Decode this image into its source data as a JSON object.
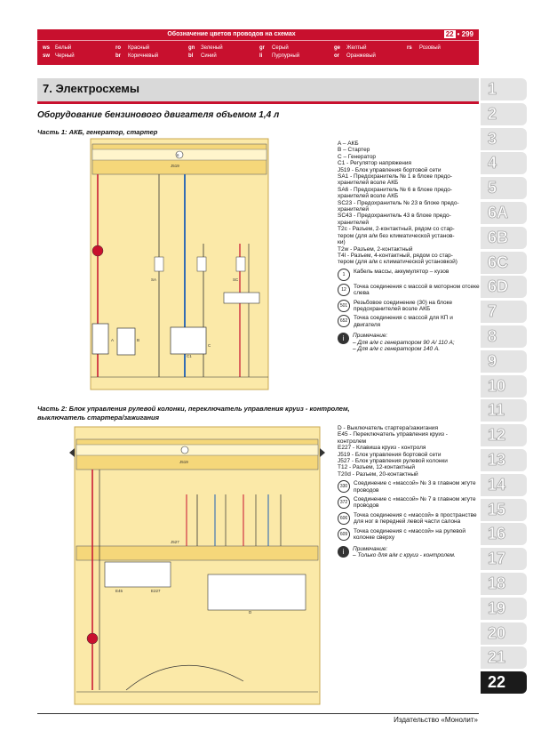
{
  "header": {
    "title": "Обозначение цветов проводов на схемах",
    "chapter": "22",
    "page": "299",
    "colors": [
      {
        "code": "ws",
        "name": "Белый"
      },
      {
        "code": "sw",
        "name": "Черный"
      },
      {
        "code": "ro",
        "name": "Красный"
      },
      {
        "code": "br",
        "name": "Коричневый"
      },
      {
        "code": "gn",
        "name": "Зеленый"
      },
      {
        "code": "bl",
        "name": "Синий"
      },
      {
        "code": "gr",
        "name": "Серый"
      },
      {
        "code": "li",
        "name": "Пурпурный"
      },
      {
        "code": "ge",
        "name": "Желтый"
      },
      {
        "code": "or",
        "name": "Оранжевый"
      },
      {
        "code": "rs",
        "name": "Розовый"
      }
    ]
  },
  "section_title": "7. Электросхемы",
  "subtitle": "Оборудование бензинового двигателя объемом 1,4 л",
  "part1": {
    "title": "Часть 1: АКБ, генератор, стартер",
    "legend": [
      "A – АКБ",
      "B – Стартер",
      "C – Генератор",
      "C1 - Регулятор напряжения",
      "J519 - Блок управления бортовой сети",
      "SA1 - Предохранитель № 1 в блоке предо-",
      "хранителей возле АКБ",
      "SA6 - Предохранитель № 6 в блоке предо-",
      "хранителей возле АКБ",
      "SC23 - Предохранитель № 23 в блоке предо-",
      "хранителей",
      "SC43 - Предохранитель 43 в блоке предо-",
      "хранителей",
      "T2c - Разъем, 2-контактный, рядом со стар-",
      "тером (для а/м без климатической установ-",
      "ки)",
      "T2w - Разъем, 2-контактный",
      "T4l - Разъем, 4-контактный, рядом со стар-",
      "тером (для а/м с климатической установкой)"
    ],
    "points": [
      {
        "icon": "1",
        "text": "Кабель массы, аккумулятор – кузов"
      },
      {
        "icon": "12",
        "text": "Точка соединения с массой в моторном отсеке слева"
      },
      {
        "icon": "501",
        "text": "Резьбовое соединение (30) на блоке предохранителей возле АКБ"
      },
      {
        "icon": "652",
        "text": "Точка соединения с массой для КП и двигателя"
      }
    ],
    "note_title": "Примечание:",
    "note_lines": [
      "– Для а/м с генератором 90 А/ 110 А;",
      "– Для а/м с генератором 140 А."
    ]
  },
  "part2": {
    "title_line1": "Часть 2: Блок управления рулевой колонки, переключатель управления круиз - контролем,",
    "title_line2": "выключатель стартера/зажигания",
    "legend": [
      "D - Выключатель стартера/зажигания",
      "E45 - Переключатель управления круиз -",
      "контролем",
      "E227 - Клавиша круиз - контроля",
      "J519 - Блок управления бортовой сети",
      "J527 - Блок управления рулевой колонки",
      "T12 - Разъем, 12-контактный",
      "T20d - Разъем, 20-контактный"
    ],
    "points": [
      {
        "icon": "330",
        "text": "Соединение с «массой» № 3 в главном жгуте проводов"
      },
      {
        "icon": "372",
        "text": "Соединение с «массой» № 7 в главном жгуте проводов"
      },
      {
        "icon": "606",
        "text": "Точка соединения с «массой» в пространстве для ног в передней левой части салона"
      },
      {
        "icon": "609",
        "text": "Точка соединения с «массой» на рулевой колонке сверху"
      }
    ],
    "note_title": "Примечание:",
    "note_lines": [
      "– Только для а/м с круиз - контролем."
    ]
  },
  "tabs": [
    "1",
    "2",
    "3",
    "4",
    "5",
    "6A",
    "6B",
    "6C",
    "6D",
    "7",
    "8",
    "9",
    "10",
    "11",
    "12",
    "13",
    "14",
    "15",
    "16",
    "17",
    "18",
    "19",
    "20",
    "21",
    "22"
  ],
  "active_tab": "22",
  "publisher": "Издательство «Монолит»",
  "diagram_labels": {
    "j519": "J519",
    "j527": "J527",
    "a": "A",
    "b": "B",
    "c": "C",
    "c1": "C1",
    "d": "D",
    "e45": "E45",
    "e227": "E227",
    "sc": "SC",
    "sa": "SA"
  }
}
